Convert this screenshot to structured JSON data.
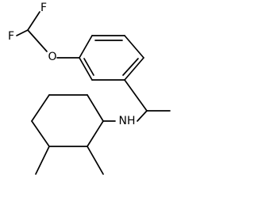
{
  "molecule": {
    "atoms": {
      "fluorine_top": "F",
      "fluorine_left": "F",
      "oxygen": "O",
      "amine": "NH"
    }
  }
}
